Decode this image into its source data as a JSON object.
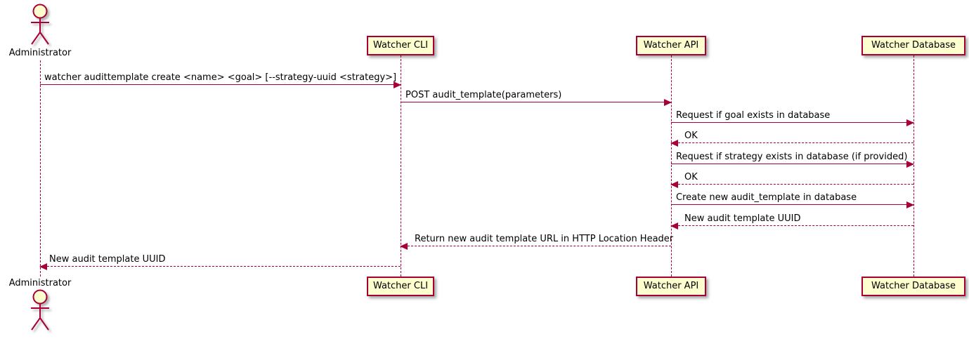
{
  "diagram": {
    "type": "uml-sequence",
    "colors": {
      "accent": "#A80036",
      "participant_fill": "#FEFECE",
      "text": "#000000",
      "background": "#FFFFFF"
    },
    "participants": [
      {
        "id": "administrator",
        "label": "Administrator",
        "kind": "actor"
      },
      {
        "id": "watcher-cli",
        "label": "Watcher CLI",
        "kind": "participant"
      },
      {
        "id": "watcher-api",
        "label": "Watcher API",
        "kind": "participant"
      },
      {
        "id": "watcher-database",
        "label": "Watcher Database",
        "kind": "participant"
      }
    ],
    "messages": [
      {
        "from": "Administrator",
        "to": "Watcher CLI",
        "style": "solid",
        "text": "watcher audittemplate create <name> <goal> [--strategy-uuid <strategy>]"
      },
      {
        "from": "Watcher CLI",
        "to": "Watcher API",
        "style": "solid",
        "text": "POST audit_template(parameters)"
      },
      {
        "from": "Watcher API",
        "to": "Watcher Database",
        "style": "solid",
        "text": "Request if goal exists in database"
      },
      {
        "from": "Watcher Database",
        "to": "Watcher API",
        "style": "dashed",
        "text": "OK"
      },
      {
        "from": "Watcher API",
        "to": "Watcher Database",
        "style": "solid",
        "text": "Request if strategy exists in database (if provided)"
      },
      {
        "from": "Watcher Database",
        "to": "Watcher API",
        "style": "dashed",
        "text": "OK"
      },
      {
        "from": "Watcher API",
        "to": "Watcher Database",
        "style": "solid",
        "text": "Create new audit_template in database"
      },
      {
        "from": "Watcher Database",
        "to": "Watcher API",
        "style": "dashed",
        "text": "New audit template UUID"
      },
      {
        "from": "Watcher API",
        "to": "Watcher CLI",
        "style": "dashed",
        "text": "Return new audit template URL in HTTP Location Header"
      },
      {
        "from": "Watcher CLI",
        "to": "Administrator",
        "style": "dashed",
        "text": "New audit template UUID"
      }
    ]
  }
}
